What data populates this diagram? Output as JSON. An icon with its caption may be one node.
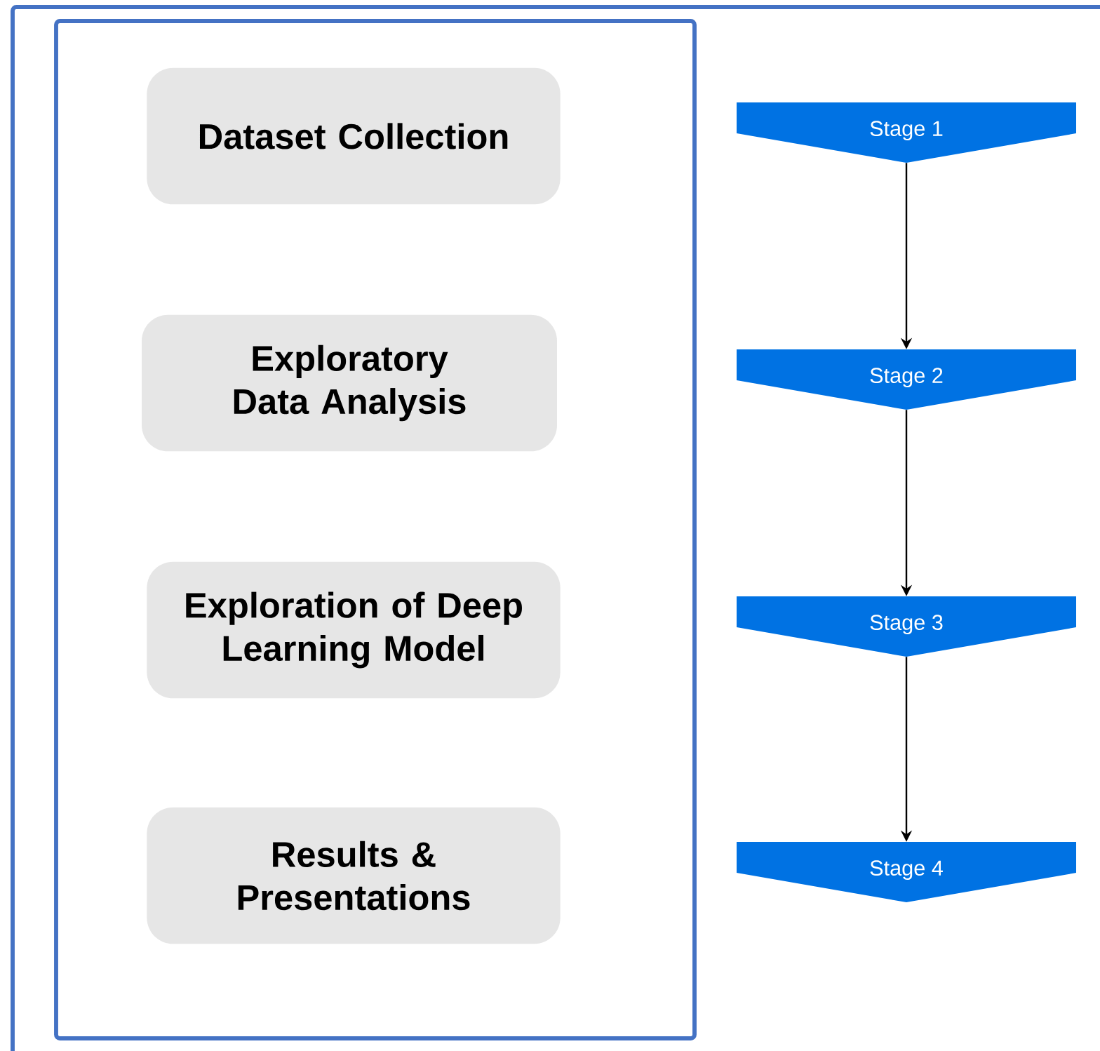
{
  "diagram": {
    "nodes": [
      {
        "text": [
          "Dataset Collection"
        ]
      },
      {
        "text": [
          "Exploratory Data Analysis"
        ]
      },
      {
        "text": [
          "Exploration of Deep Learning Model"
        ]
      },
      {
        "text": [
          "Results & Presentations"
        ]
      },
      {
        "text": [
          "Stage 1"
        ]
      },
      {
        "text": [
          "Stage 2"
        ]
      },
      {
        "text": [
          "Stage 3"
        ]
      },
      {
        "text": [
          "Stage 4"
        ]
      }
    ],
    "edges": [
      {
        "from": 4,
        "to": 5,
        "arrow": "to"
      },
      {
        "from": 5,
        "to": 6,
        "arrow": "to"
      },
      {
        "from": 6,
        "to": 7,
        "arrow": "to"
      }
    ]
  }
}
